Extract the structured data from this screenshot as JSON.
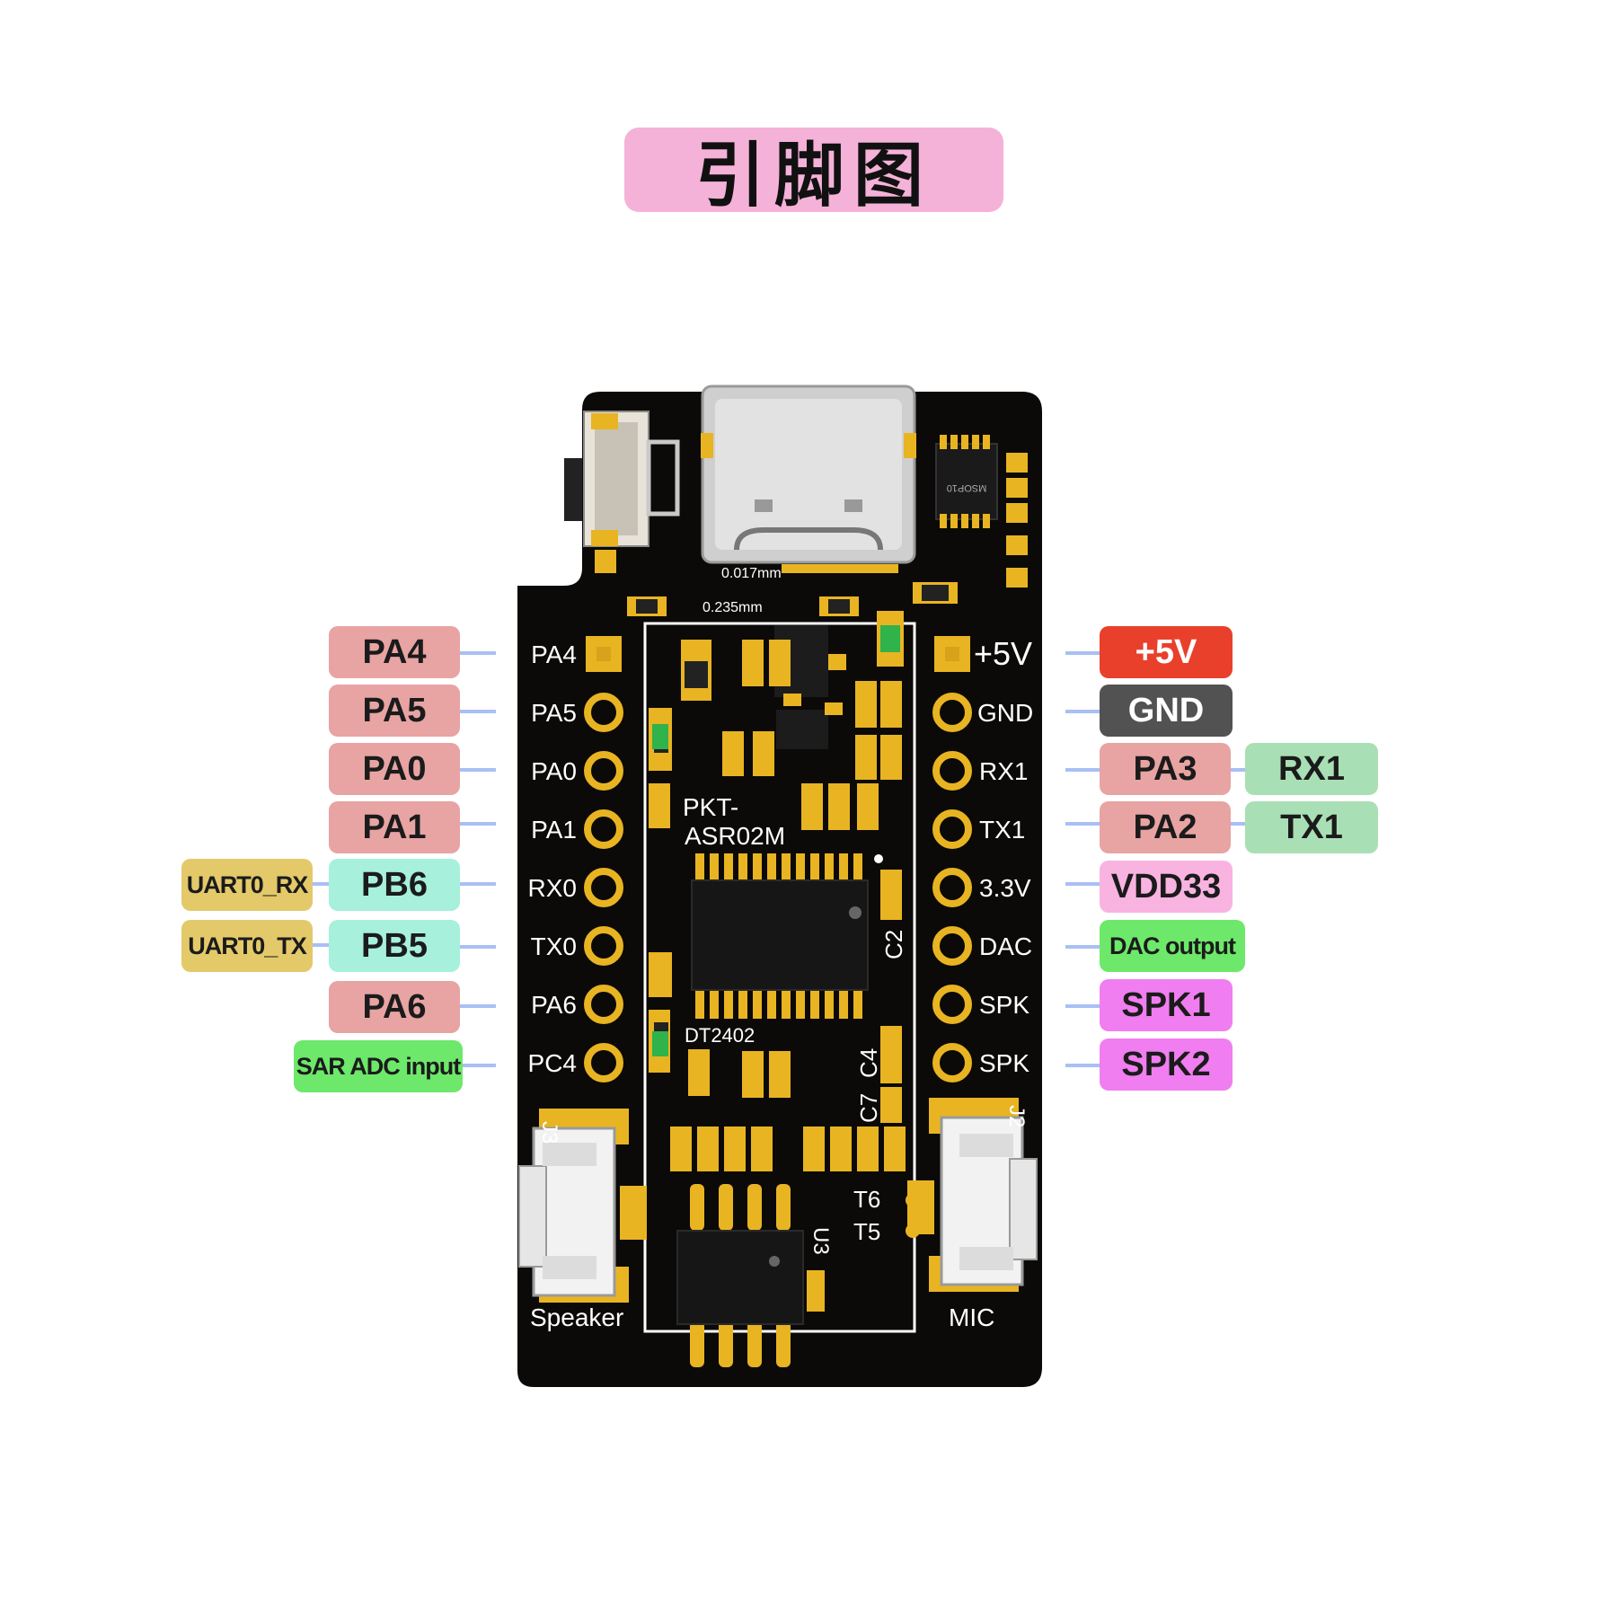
{
  "title": "引脚图",
  "board": {
    "module_label": [
      "PKT-",
      "ASR02M"
    ],
    "chip_label": "DT2402",
    "usb_label_1": "0.017mm",
    "usb_label_2": "0.235mm",
    "ic_small": "MSOP10",
    "connector_left": "J3",
    "connector_right": "J2",
    "u3": "U3",
    "c2": "C2",
    "c4": "C4",
    "c7": "C7",
    "t6": "T6",
    "t5": "T5",
    "speaker": "Speaker",
    "mic": "MIC",
    "left_pins": [
      "PA4",
      "PA5",
      "PA0",
      "PA1",
      "RX0",
      "TX0",
      "PA6",
      "PC4"
    ],
    "right_pins": [
      "+5V",
      "GND",
      "RX1",
      "TX1",
      "3.3V",
      "DAC",
      "SPK",
      "SPK"
    ]
  },
  "left_labels": [
    "PA4",
    "PA5",
    "PA0",
    "PA1",
    "PB6",
    "PB5",
    "PA6",
    "SAR ADC input"
  ],
  "left_extra": [
    "UART0_RX",
    "UART0_TX"
  ],
  "right_labels": [
    "+5V",
    "GND",
    "PA3",
    "PA2",
    "VDD33",
    "DAC output",
    "SPK1",
    "SPK2"
  ],
  "right_extra": [
    "RX1",
    "TX1"
  ],
  "colors": {
    "pcb": "#0c0a08",
    "gold": "#e8b422",
    "pin_tag": "#e8a3a3",
    "uart_tag": "#a6f0dc",
    "uart_name_tag": "#e3c969",
    "analog_tag": "#6de86a",
    "power_tag": "#e8402b",
    "gnd_tag": "#525252",
    "vdd_tag": "#f9b3e1",
    "spk_tag": "#f07ef0",
    "rx_tx_tag": "#a9dfb5",
    "connector_line": "#a9bff5"
  }
}
